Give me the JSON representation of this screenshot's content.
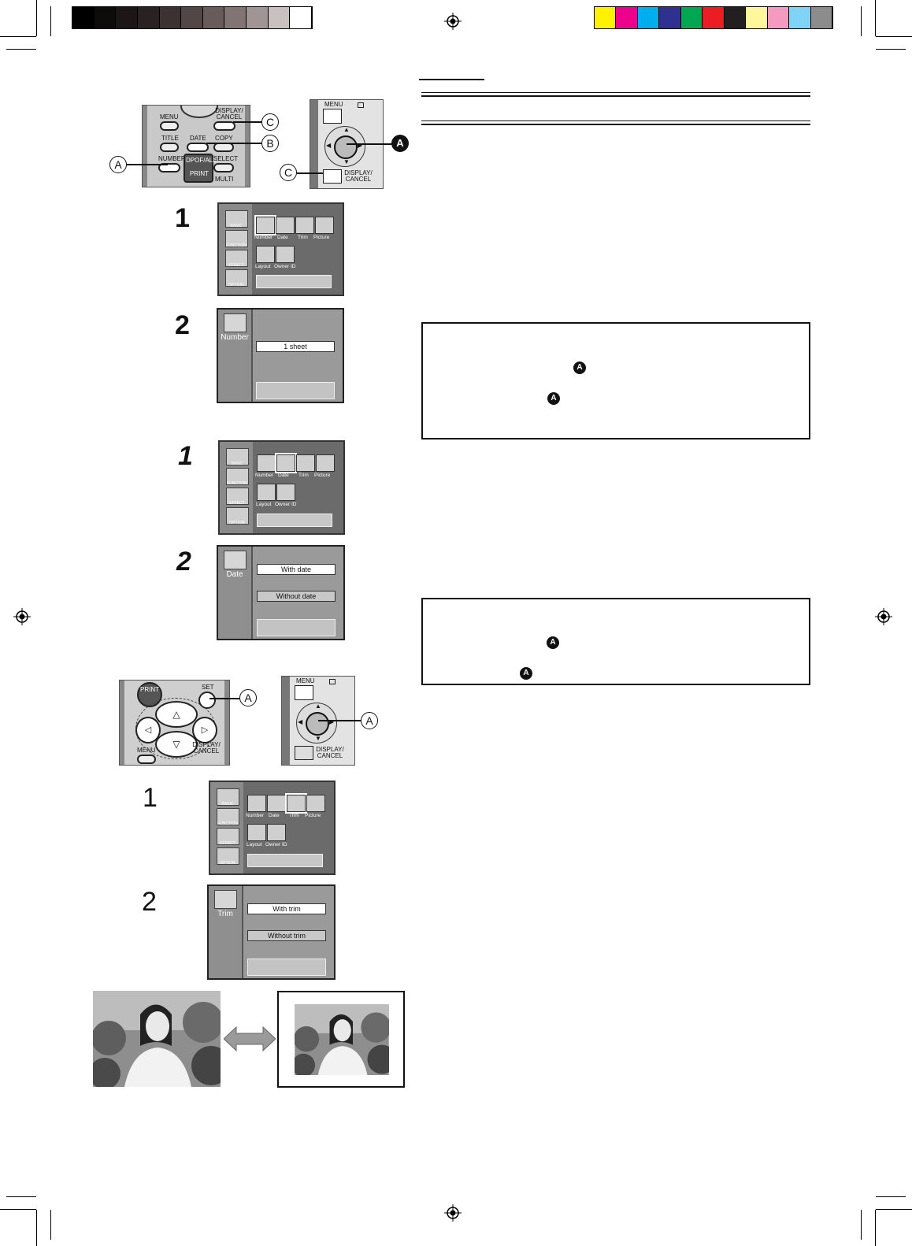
{
  "color_strip_dark": [
    "#000000",
    "#0e0b0b",
    "#1c1616",
    "#2a2222",
    "#3c3232",
    "#534646",
    "#6a5b5b",
    "#837474",
    "#a19494",
    "#c9c0c0",
    "#ffffff"
  ],
  "color_strip_light": [
    "#fff200",
    "#ec008c",
    "#00aeef",
    "#2e3192",
    "#00a651",
    "#ed1c24",
    "#231f20",
    "#fff799",
    "#f49ac1",
    "#7fd3f7",
    "#8c8c8c"
  ],
  "remote1": {
    "labels": [
      "MENU",
      "DISPLAY/ CANCEL",
      "TITLE",
      "DATE",
      "COPY",
      "NUMBER",
      "DPOF/ALL",
      "PRINT",
      "SELECT",
      "MULTI"
    ],
    "callouts": [
      "C",
      "B",
      "A"
    ]
  },
  "unit1": {
    "labels": [
      "MENU",
      "DISPLAY/ CANCEL"
    ],
    "callouts": [
      "A",
      "C"
    ]
  },
  "remote2": {
    "labels": [
      "PRINT",
      "SET",
      "MENU",
      "DISPLAY/ CANCEL"
    ],
    "callouts": [
      "A"
    ]
  },
  "unit2": {
    "labels": [
      "MENU",
      "DISPLAY/ CANCEL"
    ],
    "callouts": [
      "A"
    ]
  },
  "menu": {
    "side_labels": [
      "BASIC",
      "FUNCTION",
      "EFFECT",
      "OPTION"
    ],
    "tile_labels": [
      "Number",
      "Date",
      "Trim",
      "Picture",
      "Layout",
      "Owner ID"
    ]
  },
  "steps": [
    "1",
    "2",
    "1",
    "2",
    "1",
    "2"
  ],
  "number_screen": {
    "title": "Number",
    "option": "1 sheet"
  },
  "date_screen": {
    "title": "Date",
    "options": [
      "With date",
      "Without date"
    ]
  },
  "trim_screen": {
    "title": "Trim",
    "options": [
      "With trim",
      "Without trim"
    ]
  },
  "marker": "A"
}
